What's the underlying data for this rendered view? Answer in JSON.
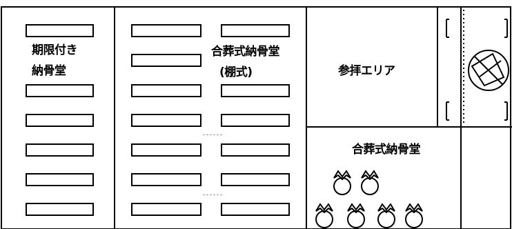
{
  "labels": {
    "limited_ossuary_line1": "期限付き",
    "limited_ossuary_line2": "納骨堂",
    "shared_ossuary_shelf_line1": "合葬式納骨堂",
    "shared_ossuary_shelf_line2": "(棚式)",
    "worship_area": "参拝エリア",
    "shared_ossuary": "合葬式納骨堂"
  },
  "icons": {
    "emblem": "diamond-crossed-circle-icon",
    "ossuary_flowers": "flower-bulb-icon"
  },
  "colors": {
    "line": "#000000",
    "background": "#ffffff"
  }
}
